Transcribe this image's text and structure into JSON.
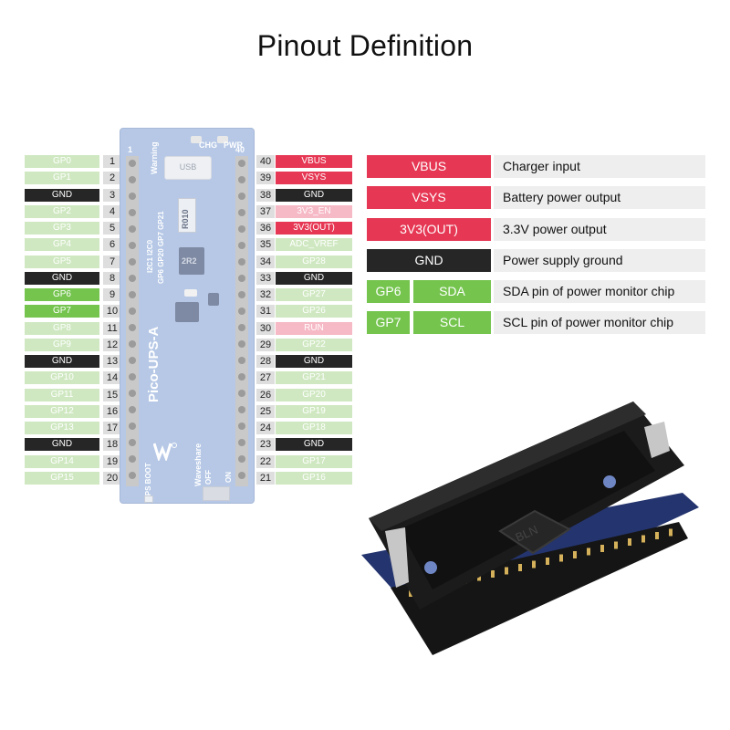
{
  "title": "Pinout Definition",
  "board": {
    "usb_label": "USB",
    "warning_label": "Warning",
    "chg_label": "CHG",
    "pwr_label": "PWR",
    "header_left_num": "1",
    "header_right_num": "40",
    "i2c_label": "I2C1 I2C0",
    "gpio_labels": "GP6 GP20 GP7 GP21",
    "inductor_label": "2R2",
    "resistor_label": "R010",
    "product_name": "Pico-UPS-A",
    "brand": "Waveshare",
    "ups_boot": "UPS BOOT",
    "off_label": "OFF",
    "on_label": "ON"
  },
  "pins_left": [
    {
      "num": "1",
      "label": "GP0",
      "kind": "gp"
    },
    {
      "num": "2",
      "label": "GP1",
      "kind": "gp"
    },
    {
      "num": "3",
      "label": "GND",
      "kind": "gnd"
    },
    {
      "num": "4",
      "label": "GP2",
      "kind": "gp"
    },
    {
      "num": "5",
      "label": "GP3",
      "kind": "gp"
    },
    {
      "num": "6",
      "label": "GP4",
      "kind": "gp"
    },
    {
      "num": "7",
      "label": "GP5",
      "kind": "gp"
    },
    {
      "num": "8",
      "label": "GND",
      "kind": "gnd"
    },
    {
      "num": "9",
      "label": "GP6",
      "kind": "i2c"
    },
    {
      "num": "10",
      "label": "GP7",
      "kind": "i2c"
    },
    {
      "num": "11",
      "label": "GP8",
      "kind": "gp"
    },
    {
      "num": "12",
      "label": "GP9",
      "kind": "gp"
    },
    {
      "num": "13",
      "label": "GND",
      "kind": "gnd"
    },
    {
      "num": "14",
      "label": "GP10",
      "kind": "gp"
    },
    {
      "num": "15",
      "label": "GP11",
      "kind": "gp"
    },
    {
      "num": "16",
      "label": "GP12",
      "kind": "gp"
    },
    {
      "num": "17",
      "label": "GP13",
      "kind": "gp"
    },
    {
      "num": "18",
      "label": "GND",
      "kind": "gnd"
    },
    {
      "num": "19",
      "label": "GP14",
      "kind": "gp"
    },
    {
      "num": "20",
      "label": "GP15",
      "kind": "gp"
    }
  ],
  "pins_right": [
    {
      "num": "40",
      "label": "VBUS",
      "kind": "red"
    },
    {
      "num": "39",
      "label": "VSYS",
      "kind": "red"
    },
    {
      "num": "38",
      "label": "GND",
      "kind": "gnd"
    },
    {
      "num": "37",
      "label": "3V3_EN",
      "kind": "pink"
    },
    {
      "num": "36",
      "label": "3V3(OUT)",
      "kind": "red"
    },
    {
      "num": "35",
      "label": "ADC_VREF",
      "kind": "gp"
    },
    {
      "num": "34",
      "label": "GP28",
      "kind": "gp"
    },
    {
      "num": "33",
      "label": "GND",
      "kind": "gnd"
    },
    {
      "num": "32",
      "label": "GP27",
      "kind": "gp"
    },
    {
      "num": "31",
      "label": "GP26",
      "kind": "gp"
    },
    {
      "num": "30",
      "label": "RUN",
      "kind": "pink"
    },
    {
      "num": "29",
      "label": "GP22",
      "kind": "gp"
    },
    {
      "num": "28",
      "label": "GND",
      "kind": "gnd"
    },
    {
      "num": "27",
      "label": "GP21",
      "kind": "gp"
    },
    {
      "num": "26",
      "label": "GP20",
      "kind": "gp"
    },
    {
      "num": "25",
      "label": "GP19",
      "kind": "gp"
    },
    {
      "num": "24",
      "label": "GP18",
      "kind": "gp"
    },
    {
      "num": "23",
      "label": "GND",
      "kind": "gnd"
    },
    {
      "num": "22",
      "label": "GP17",
      "kind": "gp"
    },
    {
      "num": "21",
      "label": "GP16",
      "kind": "gp"
    }
  ],
  "legend": [
    {
      "labels": [
        "VBUS"
      ],
      "kinds": [
        "red"
      ],
      "desc": "Charger input"
    },
    {
      "labels": [
        "VSYS"
      ],
      "kinds": [
        "red"
      ],
      "desc": "Battery power output"
    },
    {
      "labels": [
        "3V3(OUT)"
      ],
      "kinds": [
        "red"
      ],
      "desc": "3.3V power output"
    },
    {
      "labels": [
        "GND"
      ],
      "kinds": [
        "gnd"
      ],
      "desc": "Power supply ground"
    },
    {
      "labels": [
        "GP6",
        "SDA"
      ],
      "kinds": [
        "i2c",
        "i2c"
      ],
      "desc": "SDA pin of power monitor chip"
    },
    {
      "labels": [
        "GP7",
        "SCL"
      ],
      "kinds": [
        "i2c",
        "i2c"
      ],
      "desc": "SCL pin of power monitor chip"
    }
  ],
  "colors": {
    "gp": "#cfe8c1",
    "gnd": "#262626",
    "i2c": "#74c44e",
    "red": "#e63854",
    "pink": "#f6b9c6",
    "board": "#b6c8e6",
    "pin_number_bg": "#dedede",
    "desc_bg": "#eeeeee"
  },
  "module": {
    "holder_emboss": "BLN"
  }
}
